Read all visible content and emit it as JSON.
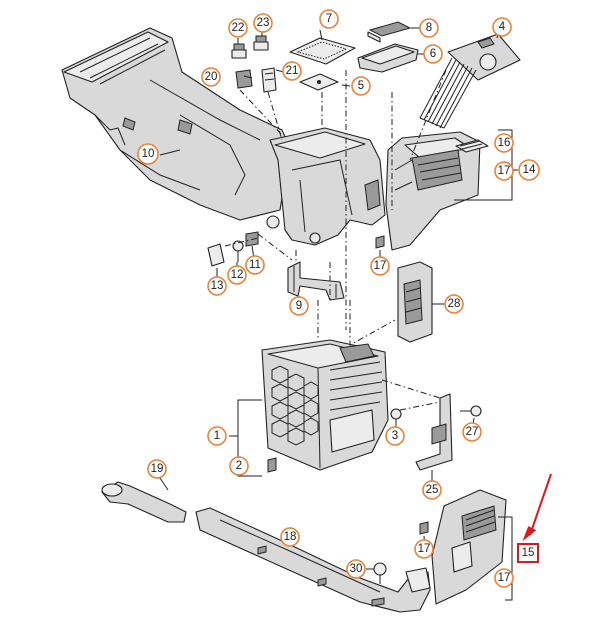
{
  "callouts": [
    {
      "id": "c1",
      "label": "1"
    },
    {
      "id": "c2",
      "label": "2"
    },
    {
      "id": "c3",
      "label": "3"
    },
    {
      "id": "c4",
      "label": "4"
    },
    {
      "id": "c5",
      "label": "5"
    },
    {
      "id": "c6",
      "label": "6"
    },
    {
      "id": "c7",
      "label": "7"
    },
    {
      "id": "c8",
      "label": "8"
    },
    {
      "id": "c9",
      "label": "9"
    },
    {
      "id": "c10",
      "label": "10"
    },
    {
      "id": "c11",
      "label": "11"
    },
    {
      "id": "c12",
      "label": "12"
    },
    {
      "id": "c13",
      "label": "13"
    },
    {
      "id": "c14",
      "label": "14"
    },
    {
      "id": "c16",
      "label": "16"
    },
    {
      "id": "c17a",
      "label": "17"
    },
    {
      "id": "c17b",
      "label": "17"
    },
    {
      "id": "c17c",
      "label": "17"
    },
    {
      "id": "c17d",
      "label": "17"
    },
    {
      "id": "c18",
      "label": "18"
    },
    {
      "id": "c19",
      "label": "19"
    },
    {
      "id": "c20",
      "label": "20"
    },
    {
      "id": "c21",
      "label": "21"
    },
    {
      "id": "c22",
      "label": "22"
    },
    {
      "id": "c23",
      "label": "23"
    },
    {
      "id": "c25",
      "label": "25"
    },
    {
      "id": "c27",
      "label": "27"
    },
    {
      "id": "c28",
      "label": "28"
    },
    {
      "id": "c30",
      "label": "30"
    }
  ],
  "highlight": {
    "label": "15",
    "box_color": "#e0161b",
    "arrow_color": "#e0161b"
  },
  "colors": {
    "callout_ring": "#e8833a",
    "part_fill": "#d9d9d9",
    "outline": "#222222"
  }
}
